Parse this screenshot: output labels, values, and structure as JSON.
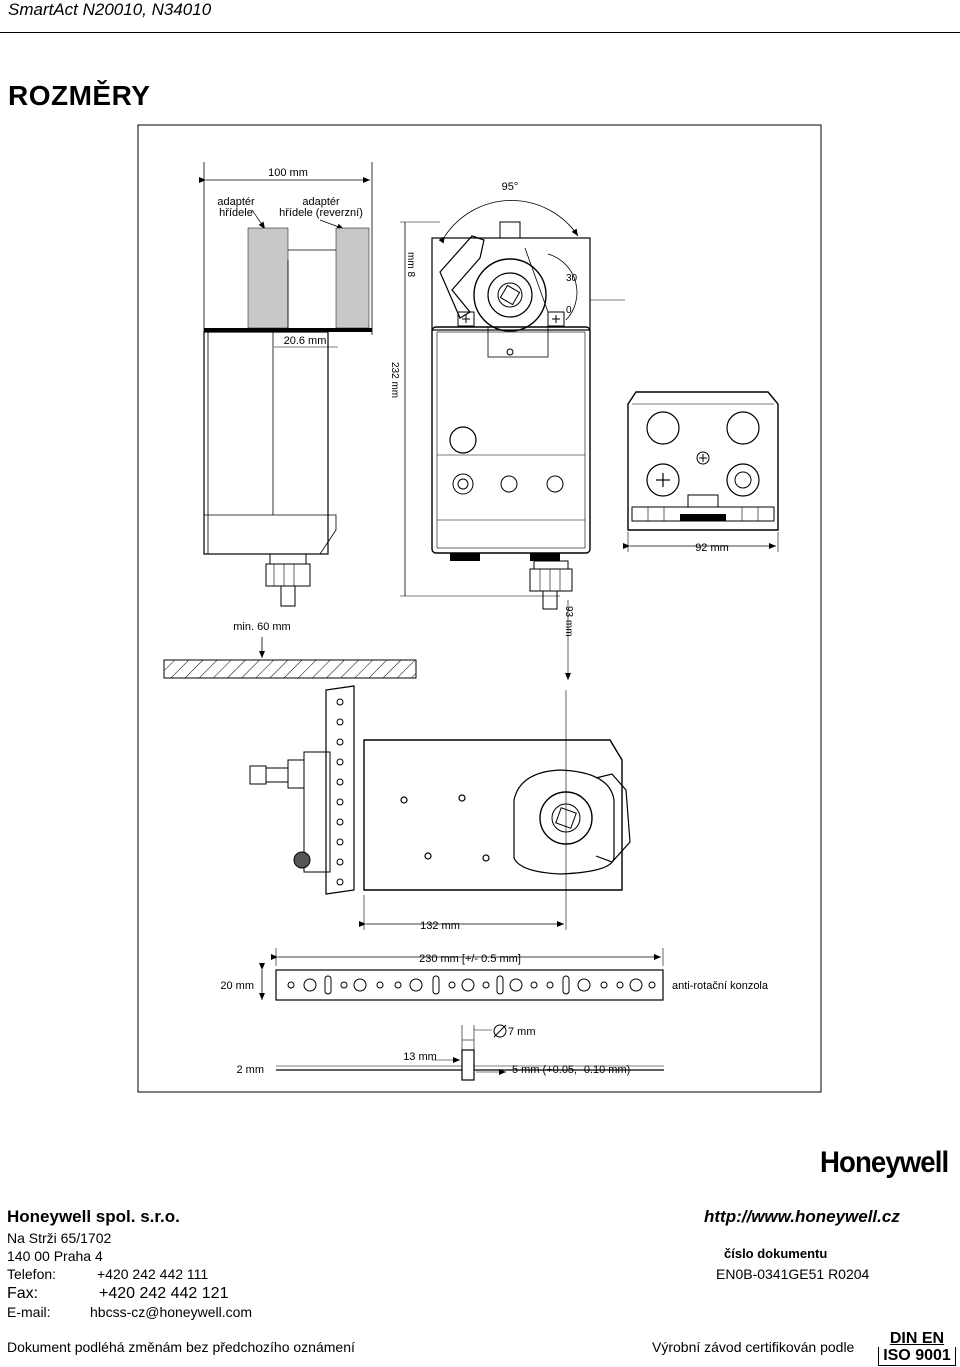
{
  "header": {
    "title": "SmartAct N20010, N34010"
  },
  "section": {
    "title": "ROZMĚRY"
  },
  "drawing": {
    "dims": {
      "width_100": "100 mm",
      "shaft_adapter": [
        "adaptér",
        "hřídele"
      ],
      "shaft_adapter_rev": [
        "adaptér",
        "hřídele (reverzní)"
      ],
      "angle_95": "95°",
      "d_20_6": "20.6 mm",
      "vert_top": "mm 8",
      "vert_mid": "232 mm",
      "d_92": "92 mm",
      "min_60": "min. 60 mm",
      "vert_low": "93 mm",
      "d_132": "132 mm",
      "d_230": "230 mm [+/- 0.5 mm]",
      "d_20": "20 mm",
      "bracket_label": "anti-rotační konzola",
      "d_7": "7 mm",
      "d_13": "13 mm",
      "d_2": "2 mm",
      "d_5": "5 mm (+0.05, -0.10 mm)"
    },
    "scale_marks": [
      "30",
      "0"
    ]
  },
  "brand": {
    "logo": "Honeywell"
  },
  "footer": {
    "company": "Honeywell spol. s.r.o.",
    "street": "Na Strži 65/1702",
    "city": "140 00 Praha 4",
    "phone_label": "Telefon:",
    "phone": "+420 242 442 111",
    "fax_label": "Fax:",
    "fax": "+420 242 442 121",
    "email_label": "E-mail:",
    "email": "hbcss-cz@honeywell.com",
    "url": "http://www.honeywell.cz",
    "docnr_label": "číslo dokumentu",
    "docnr": "EN0B-0341GE51 R0204",
    "disclaimer": "Dokument podléhá změnám bez předchozího oznámení",
    "cert": "Výrobní závod certifikován podle",
    "din_top": "DIN EN",
    "din_bottom": "ISO 9001"
  }
}
